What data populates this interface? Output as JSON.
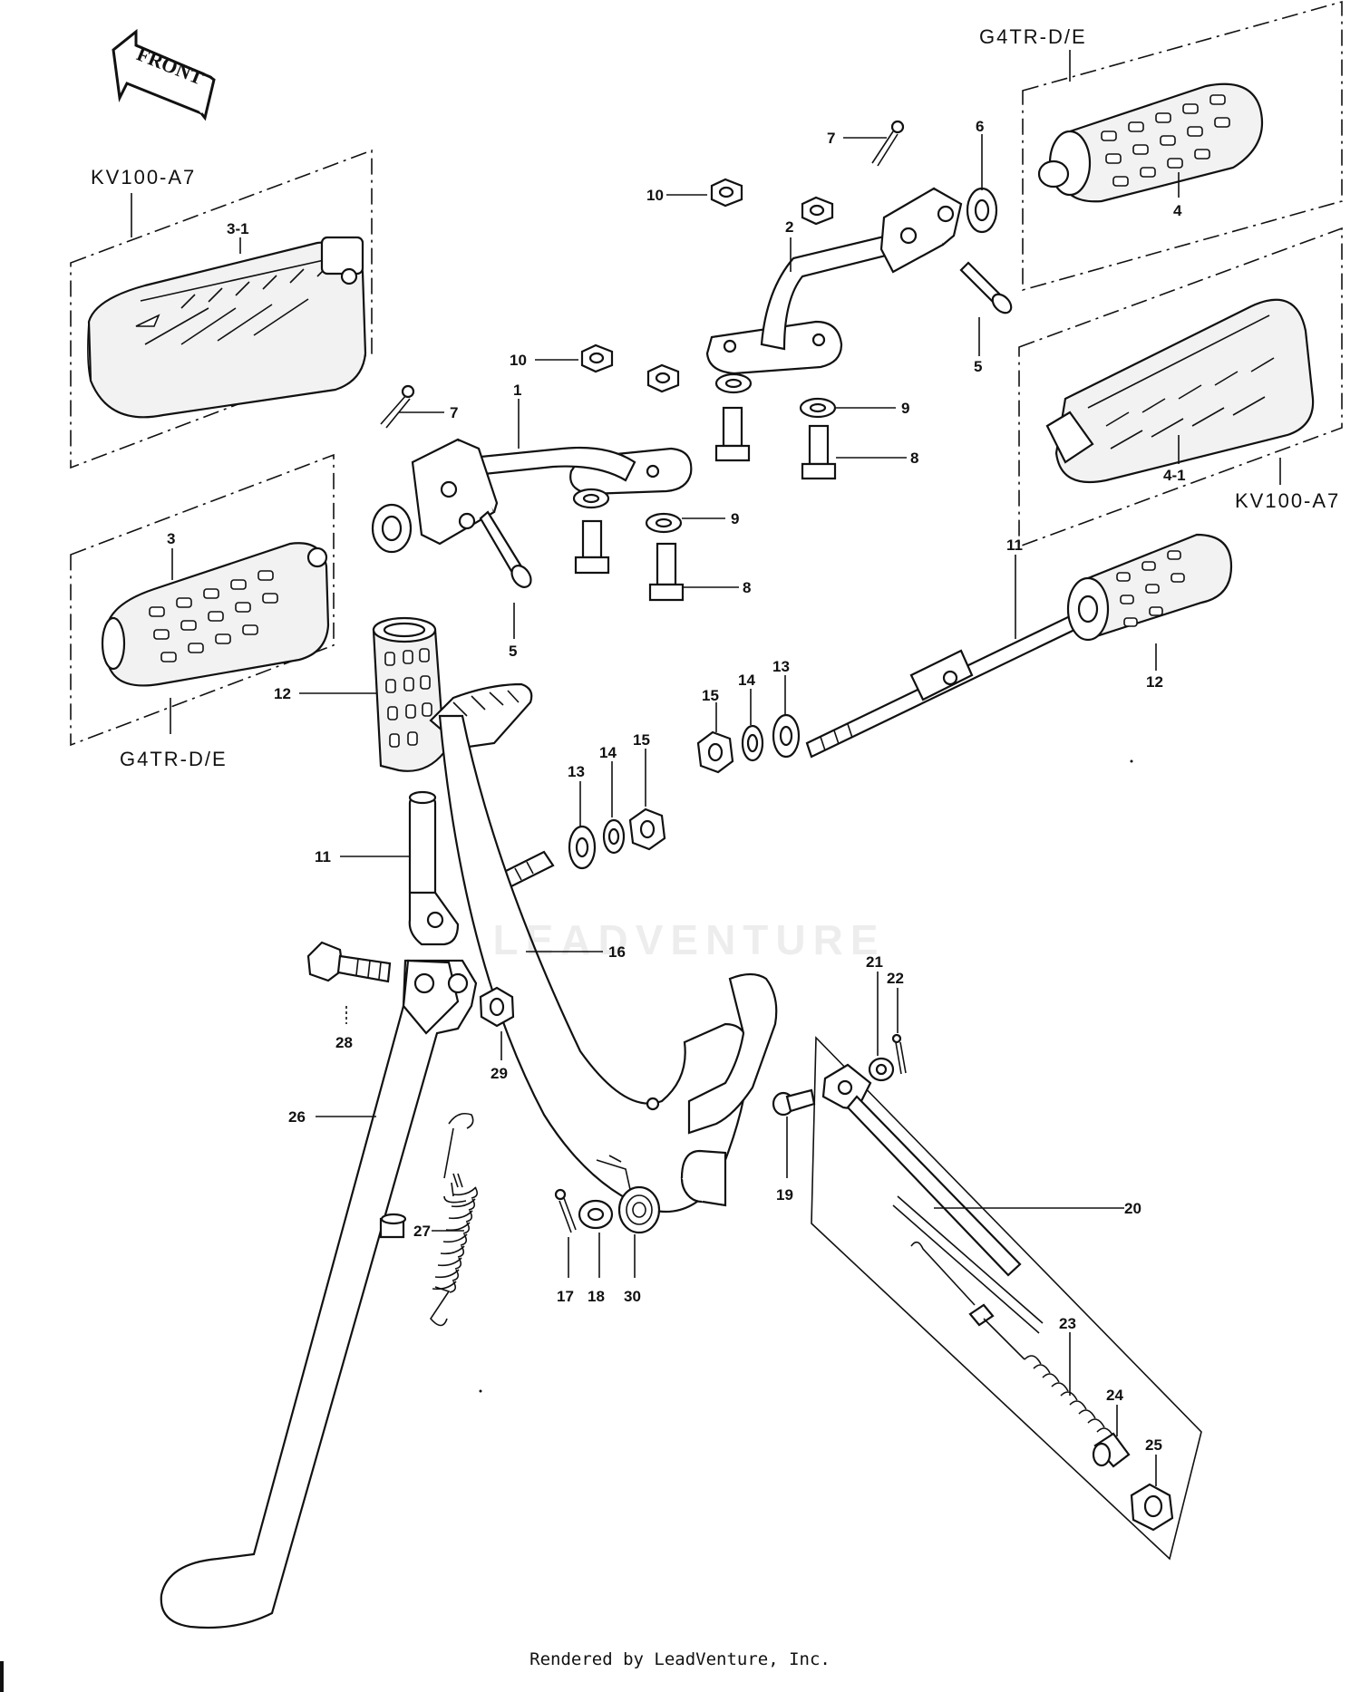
{
  "front_arrow": {
    "label": "FRONT"
  },
  "models": {
    "top_left": "KV100-A7",
    "top_right": "G4TR-D/E",
    "middle_right": "KV100-A7",
    "middle_left": "G4TR-D/E"
  },
  "callouts": {
    "c1": "1",
    "c2": "2",
    "c3": "3",
    "c3_1": "3-1",
    "c4": "4",
    "c4_1": "4-1",
    "c5a": "5",
    "c5b": "5",
    "c6": "6",
    "c7a": "7",
    "c7b": "7",
    "c8a": "8",
    "c8b": "8",
    "c9a": "9",
    "c9b": "9",
    "c10a": "10",
    "c10b": "10",
    "c11a": "11",
    "c11b": "11",
    "c12a": "12",
    "c12b": "12",
    "c13a": "13",
    "c13b": "13",
    "c14a": "14",
    "c14b": "14",
    "c15a": "15",
    "c15b": "15",
    "c16": "16",
    "c17": "17",
    "c18": "18",
    "c19": "19",
    "c20": "20",
    "c21": "21",
    "c22": "22",
    "c23": "23",
    "c24": "24",
    "c25": "25",
    "c26": "26",
    "c27": "27",
    "c28": "28",
    "c29": "29",
    "c30": "30"
  },
  "watermark": "LEADVENTURE",
  "footer": "Rendered by LeadVenture, Inc."
}
